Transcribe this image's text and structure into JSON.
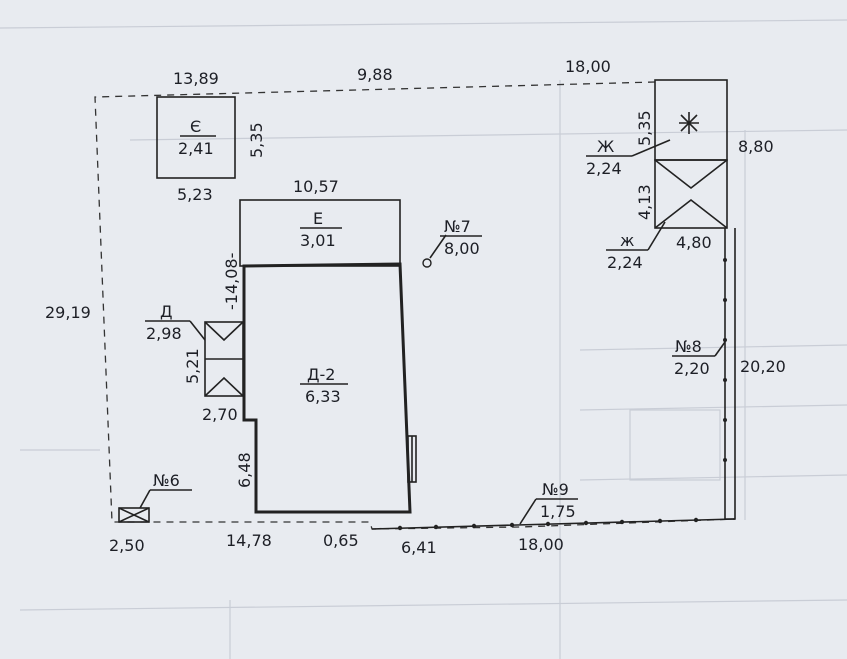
{
  "site": {
    "outer_dims": {
      "top_left": "13,89",
      "top_mid": "9,88",
      "top_right": "18,00",
      "left": "29,19",
      "right_mid": "20,20",
      "right_top": "8,80",
      "bottom_left": "2,50",
      "bottom_a": "14,78",
      "bottom_b": "0,65",
      "bottom_c": "6,41",
      "bottom_d": "18,00"
    },
    "building_ye": {
      "letter": "Є",
      "height": "2,41",
      "side": "5,35",
      "bottom": "5,23"
    },
    "building_e": {
      "letter": "Е",
      "height": "3,01",
      "top": "10,57"
    },
    "house_d2": {
      "letter": "Д-2",
      "height": "6,33",
      "left_a": "-14,08-",
      "left_b": "6,48"
    },
    "annex_d": {
      "letter": "Д",
      "height": "2,98",
      "side": "5,21",
      "bottom": "2,70"
    },
    "shed_zh_top": {
      "letter": "Ж",
      "height": "2,24",
      "side": "5,35"
    },
    "shed_zh_bottom": {
      "letter": "ж",
      "height": "2,24",
      "side": "4,13",
      "bottom": "4,80"
    },
    "point_7": {
      "number": "№7",
      "value": "8,00"
    },
    "point_8": {
      "number": "№8",
      "value": "2,20"
    },
    "point_9": {
      "number": "№9",
      "value": "1,75"
    },
    "point_6": {
      "number": "№6"
    }
  }
}
